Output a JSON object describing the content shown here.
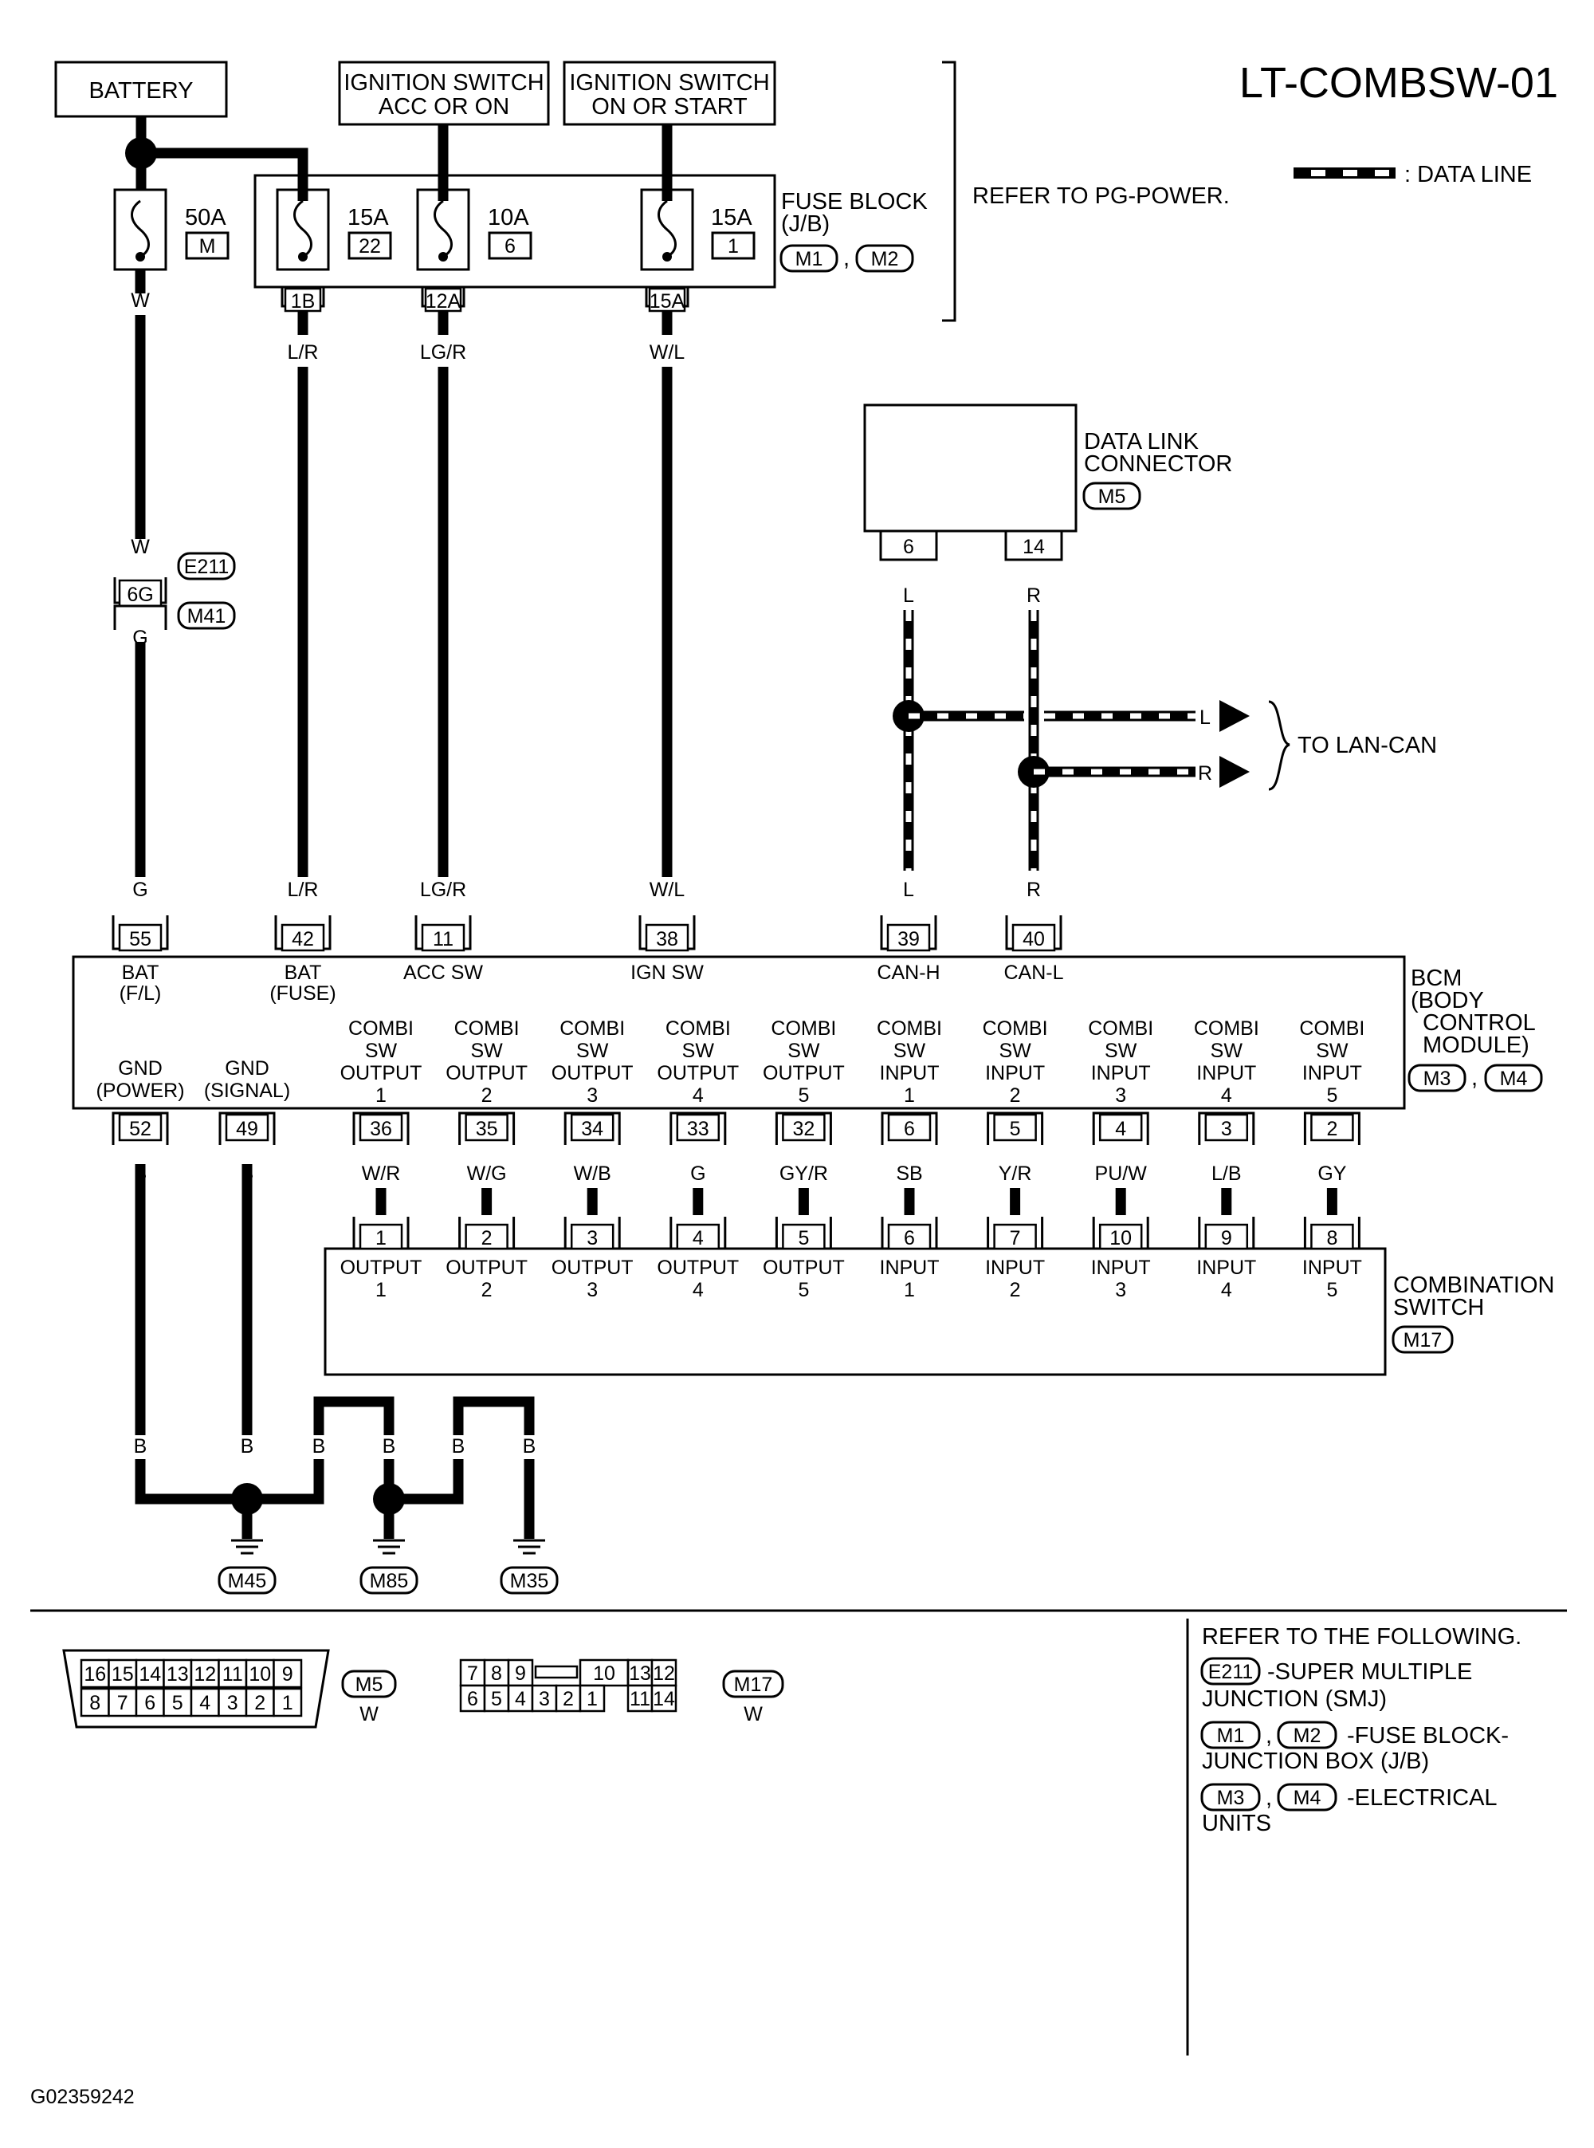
{
  "title": "LT-COMBSW-01",
  "legend": ": DATA LINE",
  "refer_pg": "REFER TO PG-POWER.",
  "code": "G02359242",
  "sources": {
    "battery": "BATTERY",
    "ign_acc": [
      "IGNITION SWITCH",
      "ACC OR ON"
    ],
    "ign_start": [
      "IGNITION SWITCH",
      "ON OR START"
    ]
  },
  "fuse_block": {
    "label": [
      "FUSE BLOCK",
      "(J/B)"
    ],
    "conns": [
      "M1",
      "M2"
    ],
    "sep": ",",
    "fuses": [
      {
        "amp": "50A",
        "id": "M"
      },
      {
        "amp": "15A",
        "id": "22",
        "term": "1B"
      },
      {
        "amp": "10A",
        "id": "6",
        "term": "12A"
      },
      {
        "amp": "15A",
        "id": "1",
        "term": "15A"
      }
    ]
  },
  "wires_top": [
    "W",
    "L/R",
    "LG/R",
    "W/L"
  ],
  "junction": {
    "wire_in": "W",
    "term": "6G",
    "wire_out": "G",
    "conns": [
      "E211",
      "M41"
    ]
  },
  "dlc": {
    "label": [
      "DATA LINK",
      "CONNECTOR"
    ],
    "conn": "M5",
    "pins": [
      "6",
      "14"
    ],
    "wires": [
      "L",
      "R"
    ]
  },
  "lan": {
    "label": "TO LAN-CAN",
    "wires": [
      "L",
      "R"
    ]
  },
  "bcm": {
    "label": [
      "BCM",
      "(BODY",
      "CONTROL",
      "MODULE)"
    ],
    "conns": [
      "M3",
      "M4"
    ],
    "sep": ",",
    "top_wires": [
      "G",
      "L/R",
      "LG/R",
      "W/L",
      "L",
      "R"
    ],
    "top_pins": [
      "55",
      "42",
      "11",
      "38",
      "39",
      "40"
    ],
    "top_labels": [
      [
        "BAT",
        "(F/L)"
      ],
      [
        "BAT",
        "(FUSE)"
      ],
      [
        "ACC SW"
      ],
      [
        "IGN SW"
      ],
      [
        "CAN-H"
      ],
      [
        "CAN-L"
      ]
    ],
    "gnd_labels": [
      [
        "GND",
        "(POWER)"
      ],
      [
        "GND",
        "(SIGNAL)"
      ]
    ],
    "gnd_pins": [
      "52",
      "49"
    ],
    "gnd_wires": [
      "B",
      "B"
    ],
    "combi_labels": [
      [
        "COMBI",
        "SW",
        "OUTPUT",
        "1"
      ],
      [
        "COMBI",
        "SW",
        "OUTPUT",
        "2"
      ],
      [
        "COMBI",
        "SW",
        "OUTPUT",
        "3"
      ],
      [
        "COMBI",
        "SW",
        "OUTPUT",
        "4"
      ],
      [
        "COMBI",
        "SW",
        "OUTPUT",
        "5"
      ],
      [
        "COMBI",
        "SW",
        "INPUT",
        "1"
      ],
      [
        "COMBI",
        "SW",
        "INPUT",
        "2"
      ],
      [
        "COMBI",
        "SW",
        "INPUT",
        "3"
      ],
      [
        "COMBI",
        "SW",
        "INPUT",
        "4"
      ],
      [
        "COMBI",
        "SW",
        "INPUT",
        "5"
      ]
    ],
    "combi_pins": [
      "36",
      "35",
      "34",
      "33",
      "32",
      "6",
      "5",
      "4",
      "3",
      "2"
    ],
    "combi_wires": [
      "W/R",
      "W/G",
      "W/B",
      "G",
      "GY/R",
      "SB",
      "Y/R",
      "PU/W",
      "L/B",
      "GY"
    ]
  },
  "combo_switch": {
    "label": [
      "COMBINATION",
      "SWITCH"
    ],
    "conn": "M17",
    "pins": [
      "1",
      "2",
      "3",
      "4",
      "5",
      "6",
      "7",
      "10",
      "9",
      "8"
    ],
    "labels": [
      [
        "OUTPUT",
        "1"
      ],
      [
        "OUTPUT",
        "2"
      ],
      [
        "OUTPUT",
        "3"
      ],
      [
        "OUTPUT",
        "4"
      ],
      [
        "OUTPUT",
        "5"
      ],
      [
        "INPUT",
        "1"
      ],
      [
        "INPUT",
        "2"
      ],
      [
        "INPUT",
        "3"
      ],
      [
        "INPUT",
        "4"
      ],
      [
        "INPUT",
        "5"
      ]
    ]
  },
  "grounds": {
    "wires": [
      "B",
      "B",
      "B",
      "B",
      "B",
      "B"
    ],
    "conns": [
      "M45",
      "M85",
      "M35"
    ]
  },
  "connectors": {
    "m5": {
      "top": [
        "16",
        "15",
        "14",
        "13",
        "12",
        "11",
        "10",
        "9"
      ],
      "bottom": [
        "8",
        "7",
        "6",
        "5",
        "4",
        "3",
        "2",
        "1"
      ],
      "id": "M5",
      "color": "W"
    },
    "m17": {
      "top": [
        "7",
        "8",
        "9",
        "10",
        "13",
        "12"
      ],
      "bottom": [
        "6",
        "5",
        "4",
        "3",
        "2",
        "1",
        "11",
        "14"
      ],
      "id": "M17",
      "color": "W"
    }
  },
  "refer": {
    "heading": "REFER TO THE FOLLOWING.",
    "e211": "E211",
    "e211_text": [
      "-SUPER MULTIPLE",
      "JUNCTION (SMJ)"
    ],
    "m1": "M1",
    "m2": "M2",
    "fuse_text": [
      "-FUSE BLOCK-",
      "JUNCTION BOX (J/B)"
    ],
    "m3": "M3",
    "m4": "M4",
    "elec_text": [
      "-ELECTRICAL",
      "UNITS"
    ],
    "sep": ","
  }
}
